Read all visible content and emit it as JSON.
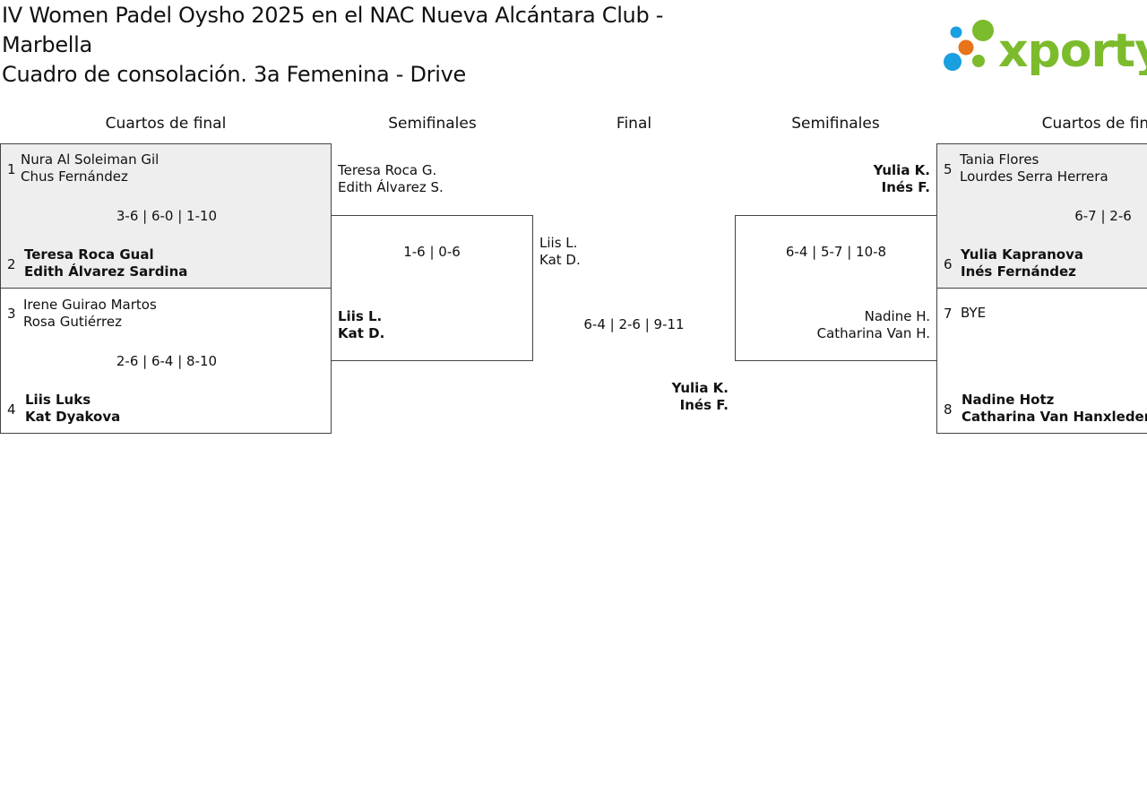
{
  "header": {
    "title_line1": "IV Women Padel Oysho 2025 en el NAC Nueva Alcántara Club -",
    "title_line2": "Marbella",
    "title_line3": "Cuadro de consolación. 3a Femenina - Drive",
    "logo_text": "xporty"
  },
  "columns": {
    "left_qf": "Cuartos de final",
    "left_sf": "Semifinales",
    "final": "Final",
    "right_sf": "Semifinales",
    "right_qf": "Cuartos de final"
  },
  "left_qf": {
    "m1": {
      "seed_a": "1",
      "a1": "Nura Al Soleiman Gil",
      "a2": "Chus Fernández",
      "score": "3-6 | 6-0 | 1-10",
      "seed_b": "2",
      "b1": "Teresa Roca Gual",
      "b2": "Edith Álvarez Sardina"
    },
    "m2": {
      "seed_a": "3",
      "a1": "Irene Guirao Martos",
      "a2": "Rosa Gutiérrez",
      "score": "2-6 | 6-4 | 8-10",
      "seed_b": "4",
      "b1": "Liis Luks",
      "b2": "Kat Dyakova"
    }
  },
  "left_sf": {
    "a1": "Teresa Roca G.",
    "a2": "Edith Álvarez S.",
    "score": "1-6 | 0-6",
    "b1": "Liis L.",
    "b2": "Kat D."
  },
  "final": {
    "a1": "Liis L.",
    "a2": "Kat D.",
    "score": "6-4 | 2-6 | 9-11",
    "b1": "Yulia K.",
    "b2": "Inés F."
  },
  "right_sf": {
    "a1": "Yulia K.",
    "a2": "Inés F.",
    "score": "6-4 | 5-7 | 10-8",
    "b1": "Nadine H.",
    "b2": "Catharina Van H."
  },
  "right_qf": {
    "m1": {
      "seed_a": "5",
      "a1": "Tania Flores",
      "a2": "Lourdes Serra Herrera",
      "score": "6-7 | 2-6",
      "seed_b": "6",
      "b1": "Yulia Kapranova",
      "b2": "Inés Fernández"
    },
    "m2": {
      "seed_a": "7",
      "a1": "BYE",
      "seed_b": "8",
      "b1": "Nadine Hotz",
      "b2": "Catharina Van Hanxleden"
    }
  },
  "colors": {
    "logo_green": "#7cbb2c",
    "logo_blue": "#1a9fe0",
    "logo_orange": "#e8731a",
    "shaded_bg": "#eeeeee"
  }
}
